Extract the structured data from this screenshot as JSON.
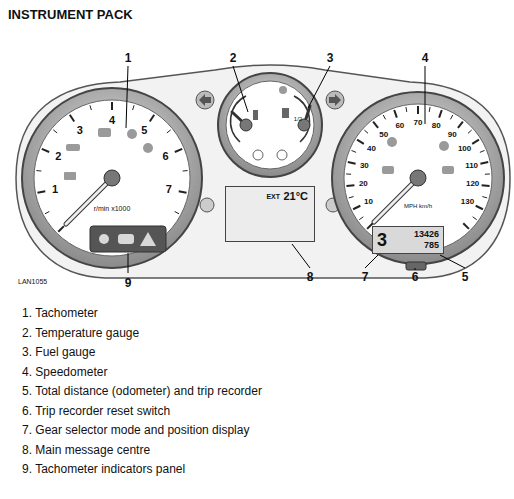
{
  "diagram": {
    "title": "INSTRUMENT PACK",
    "nodes": [
      {
        "text": [
          "1",
          "2",
          "3",
          "4",
          "5",
          "6",
          "7",
          "r/min x1000"
        ]
      },
      {
        "text": [
          "1/2"
        ]
      },
      {
        "text": [
          "10",
          "20",
          "30",
          "40",
          "50",
          "60",
          "70",
          "80",
          "90",
          "100",
          "110",
          "120",
          "130",
          "MPH km/h"
        ]
      },
      {
        "text": [
          "3",
          "13426",
          "785"
        ],
        "in": 2
      },
      {
        "text": [
          "EXT",
          "21°C"
        ]
      }
    ],
    "labels": [
      "1",
      "2",
      "3",
      "4",
      "5",
      "6",
      "7",
      "8",
      "9",
      "LAN1055",
      "1. Tachometer",
      "2. Temperature gauge",
      "3. Fuel gauge",
      "4. Speedometer",
      "5. Total distance (odometer) and trip recorder",
      "6. Trip recorder reset switch",
      "7. Gear selector mode and position display",
      "8. Main message centre",
      "9. Tachometer indicators panel"
    ]
  }
}
